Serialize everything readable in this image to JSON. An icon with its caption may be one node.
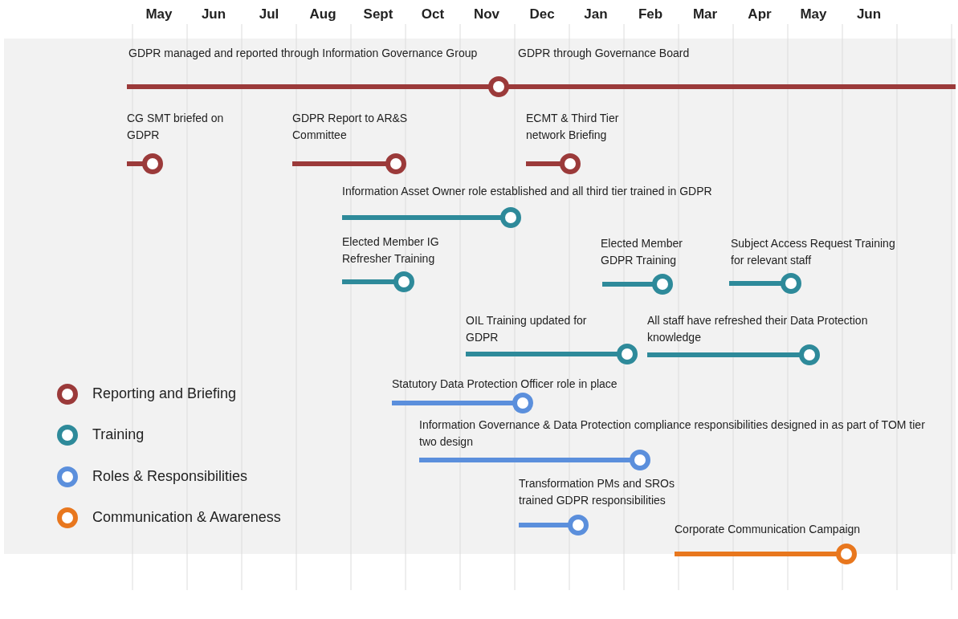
{
  "diagram": {
    "labels": [
      "May",
      "Jun",
      "Jul",
      "Aug",
      "Sept",
      "Oct",
      "Nov",
      "Dec",
      "Jan",
      "Feb",
      "Mar",
      "Apr",
      "May",
      "Jun",
      "GDPR managed and reported through Information Governance Group",
      "GDPR through Governance Board",
      "CG SMT briefed on GDPR",
      "GDPR Report to AR&S Committee",
      "ECMT & Third Tier network Briefing",
      "Information Asset Owner role established and all third tier trained in GDPR",
      "Elected Member IG Refresher Training",
      "Elected Member GDPR Training",
      "Subject Access Request Training for relevant staff",
      "OIL Training updated for GDPR",
      "All staff have refreshed their Data Protection knowledge",
      "Statutory Data Protection Officer role in place",
      "Information Governance & Data Protection compliance responsibilities designed in as part of TOM tier two design",
      "Transformation PMs and SROs trained GDPR responsibilities",
      "Corporate Communication Campaign"
    ],
    "legend": [
      {
        "text": "Reporting and Briefing",
        "color": "#9b3a3a"
      },
      {
        "text": "Training",
        "color": "#2e8a9a"
      },
      {
        "text": "Roles & Responsibilities",
        "color": "#5b8fdc"
      },
      {
        "text": "Communication & Awareness",
        "color": "#e8771e"
      }
    ]
  }
}
